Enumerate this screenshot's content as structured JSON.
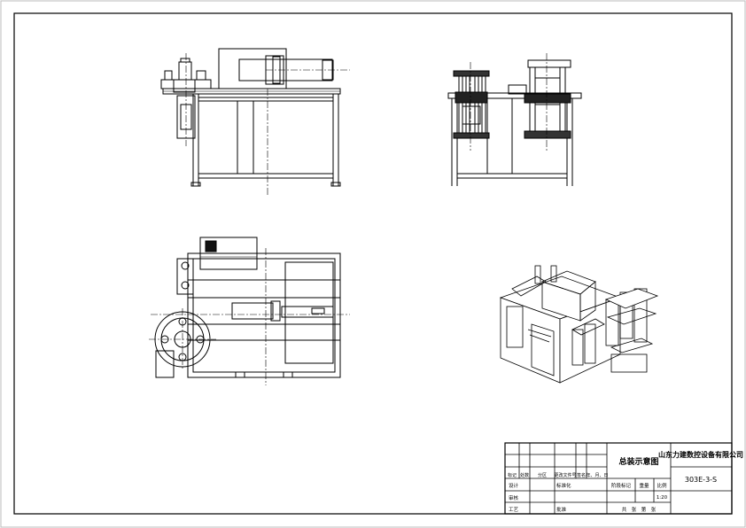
{
  "title_block": {
    "company": "山东力建数控设备有限公司",
    "drawing_name": "总装示意图",
    "drawing_number": "303E-3-S",
    "scale": "1:20",
    "rev_headers": [
      "标记",
      "处数",
      "分区",
      "更改文件号",
      "签名",
      "年、月、日"
    ],
    "roles": {
      "design": "设计",
      "standardize": "标准化",
      "review": "审核",
      "process": "工艺",
      "approve": "批准"
    },
    "stage_label": "阶段标记",
    "weight_label": "重量",
    "scale_label": "比例",
    "sheets_text": "共　张　第　张"
  }
}
